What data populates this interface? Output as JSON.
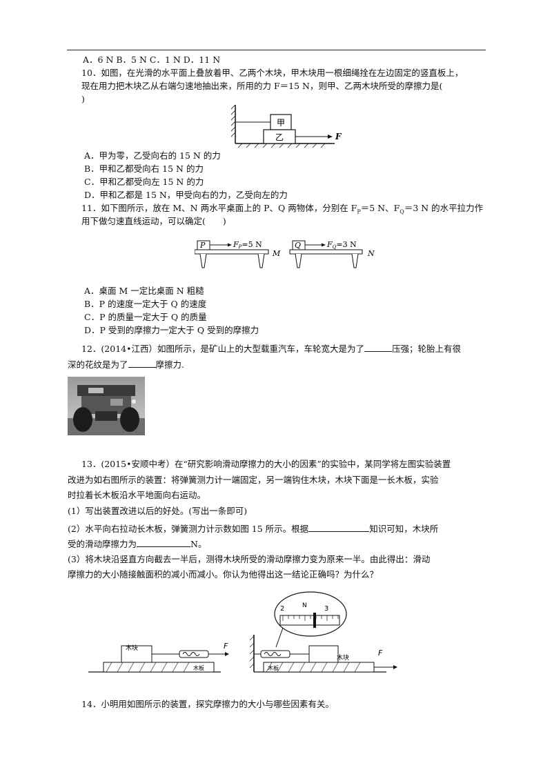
{
  "q9": {
    "options": "A．6 N  B．5 N  C．1 N  D．11 N"
  },
  "q10": {
    "line1": "10．如图，在光滑的水平面上叠放着甲、乙两个木块，甲木块用一根细绳拴在左边固定的竖直板上，",
    "line2": "现在用力把木块乙从右端匀速地抽出来，所用的力 F＝15 N，则甲、乙两木块所受的摩擦力是(",
    "line3": ")",
    "fig": {
      "top_block": "甲",
      "bottom_block": "乙",
      "force": "F"
    },
    "options": [
      "A．甲为零，乙受向右的 15 N 的力",
      "B．甲和乙都受向右 15 N 的力",
      "C．甲和乙都受向左 15 N 的力",
      "D．甲和乙都是 15 N，甲受向右的力，乙受向左的力"
    ]
  },
  "q11": {
    "line1": "11．如下图所示，放在 M、N 两水平桌面上的 P、Q 两物体，分别在 F",
    "sub_p": "P",
    "mid": "＝5 N、F",
    "sub_q": "Q",
    "end": "＝3 N 的水平拉力作",
    "line2": "用下做匀速直线运动，可以确定(　　)",
    "fig": {
      "p": "P",
      "q": "Q",
      "fp": "F",
      "fp_sub": "P",
      "fp_val": "=5 N",
      "fq": "F",
      "fq_sub": "Q",
      "fq_val": "=3 N",
      "m": "M",
      "n": "N"
    },
    "options": [
      "A．桌面 M 一定比桌面 N 粗糙",
      "B．P 的速度一定大于 Q 的速度",
      "C．P 的质量一定大于 Q 的质量",
      "D．P 受到的摩擦力一定大于 Q 受到的摩擦力"
    ]
  },
  "q12": {
    "line1a": "12．(2014•江西）如图所示，是矿山上的大型载重汽车，车轮宽大是为了",
    "line1b": "压强；轮胎上有很",
    "line2a": "深的花纹是为了",
    "line2b": "摩擦力."
  },
  "q13": {
    "line1": "13．(2015•安顺中考）在“研究影响滑动摩擦力的大小的因素”的实验中，某同学将左图实验装置",
    "line2": "改进为如右图所示的装置：将弹簧测力计一端固定，另一端钩住木块，木块下面是一长木板，实验",
    "line3": "时拉着长木板沿水平地面向右运动。",
    "sub1": "(1）写出装置改进以后的好处。(写出一条即可)",
    "sub2a": "(2）水平向右拉动长木板，弹簧测力计示数如图 15 所示。根据",
    "sub2b": "知识可知，木块所",
    "sub2c": "受的滑动摩擦力为",
    "sub2d": "N。",
    "sub3a": "(3）将木块沿竖直方向截去一半后，测得木块所受的滑动摩擦力变为原来一半。由此得出：滑动",
    "sub3b": "摩擦力的大小随接触面积的减小而减小。你认为他得出这一结论正确吗？为什么？",
    "fig": {
      "block": "木块",
      "board": "木板",
      "force": "F",
      "gauge_unit": "N",
      "ticks": [
        "2",
        "3"
      ]
    }
  },
  "q14": {
    "line1": "14．小明用如图所示的装置，探究摩擦力的大小与哪些因素有关。"
  }
}
